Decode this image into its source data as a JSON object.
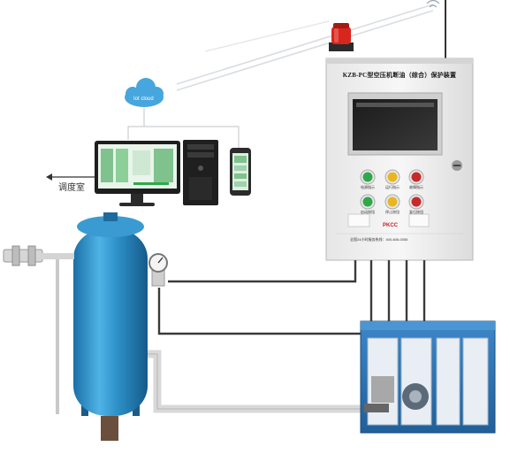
{
  "cabinet": {
    "title": "KZB-PC型空压机断油（综合）保护装置",
    "buttons": [
      {
        "label": "电源指示",
        "color": "#2fa84a"
      },
      {
        "label": "运行指示",
        "color": "#e9b620"
      },
      {
        "label": "故障指示",
        "color": "#c62a2a"
      },
      {
        "label": "启动按钮",
        "color": "#2fa84a"
      },
      {
        "label": "停止按钮",
        "color": "#e9b620"
      },
      {
        "label": "复位按钮",
        "color": "#c62a2a"
      }
    ],
    "badge": "PKCC",
    "phone": "全国24小时服务热线：400-606-0055"
  },
  "cloud": {
    "label": "Iot cloud"
  },
  "control_room": {
    "label": "调度室"
  },
  "colors": {
    "tank": "#2c8fc6",
    "cabinet": "#f1f1f1",
    "alarm": "#d8261e",
    "pipe": "#3b3b3b",
    "compressor": "#2f76b8"
  }
}
